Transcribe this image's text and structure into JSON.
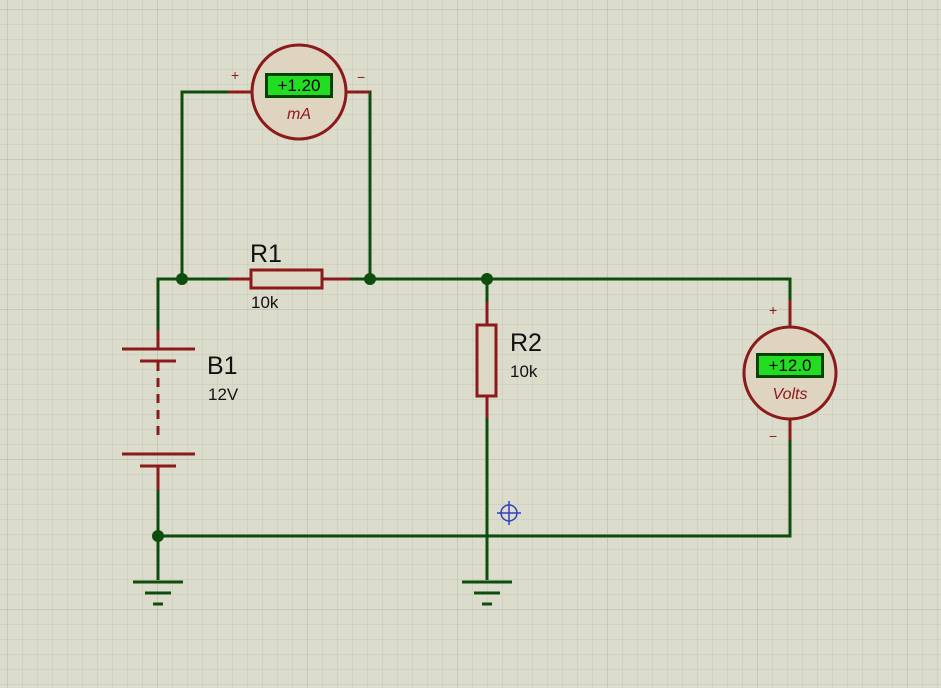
{
  "components": {
    "R1": {
      "ref": "R1",
      "value": "10k"
    },
    "R2": {
      "ref": "R2",
      "value": "10k"
    },
    "B1": {
      "ref": "B1",
      "value": "12V"
    }
  },
  "ammeter": {
    "reading": "+1.20",
    "unit": "mA",
    "plus": "+",
    "minus": "−"
  },
  "voltmeter": {
    "reading": "+12.0",
    "unit": "Volts",
    "plus": "+",
    "minus": "−"
  },
  "colors": {
    "background": "#dcdccc",
    "grid_minor": "#c8c8b9",
    "grid_major": "#b9b9aa",
    "wire": "#0d4d0d",
    "component": "#8b1a1a",
    "component_fill": "#dcd8c4",
    "meter_fill": "#ded4c0",
    "display_bg": "#22dd22",
    "display_border": "#004400",
    "cursor": "#3040c0"
  }
}
